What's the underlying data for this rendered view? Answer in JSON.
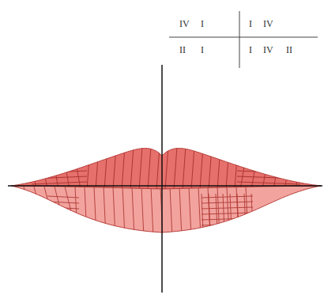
{
  "diagram": {
    "labels": [
      "IV",
      "I",
      "I",
      "IV",
      "II",
      "I",
      "I",
      "IV",
      "II"
    ]
  }
}
